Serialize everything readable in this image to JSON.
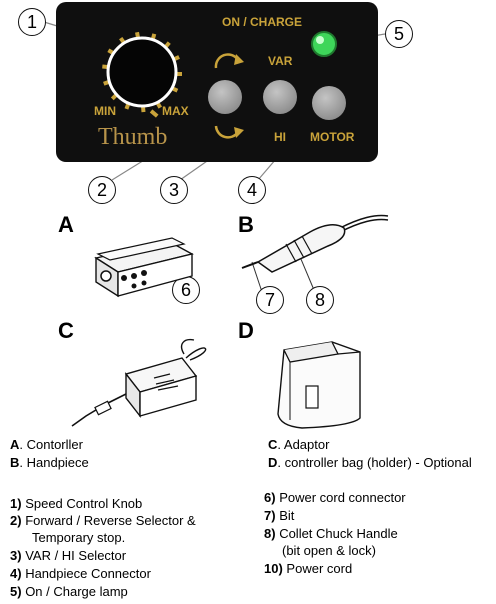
{
  "panel": {
    "on_charge": "ON / CHARGE",
    "var_label": "VAR",
    "hi_label": "HI",
    "motor_label": "MOTOR",
    "min_label": "MIN",
    "max_label": "MAX",
    "brand": "Thumb"
  },
  "callouts": {
    "n1": "1",
    "n2": "2",
    "n3": "3",
    "n4": "4",
    "n5": "5",
    "n6": "6",
    "n7": "7",
    "n8": "8"
  },
  "sections": {
    "a": "A",
    "b": "B",
    "c": "C",
    "d": "D"
  },
  "legend_letters": [
    {
      "key": "A",
      "text": ". Contorller"
    },
    {
      "key": "B",
      "text": ". Handpiece"
    },
    {
      "key": "C",
      "text": ". Adaptor"
    },
    {
      "key": "D",
      "text": ". controller bag (holder) - Optional"
    }
  ],
  "legend_numbers": [
    {
      "num": "1)",
      "text": "Speed Control Knob"
    },
    {
      "num": "2)",
      "text": "Forward / Reverse Selector &"
    },
    {
      "num": "",
      "text": "Temporary stop."
    },
    {
      "num": "3)",
      "text": "VAR / HI Selector"
    },
    {
      "num": "4)",
      "text": "Handpiece Connector"
    },
    {
      "num": "5)",
      "text": "On / Charge lamp"
    },
    {
      "num": "6)",
      "text": "Power cord connector"
    },
    {
      "num": "7)",
      "text": "Bit"
    },
    {
      "num": "8)",
      "text": "Collet Chuck Handle"
    },
    {
      "num": "",
      "text": "(bit open & lock)"
    },
    {
      "num": "10)",
      "text": "Power cord"
    }
  ],
  "colors": {
    "panel": "#0f0f0f",
    "gold": "#c9a33a",
    "lamp": "#3ed65a"
  }
}
